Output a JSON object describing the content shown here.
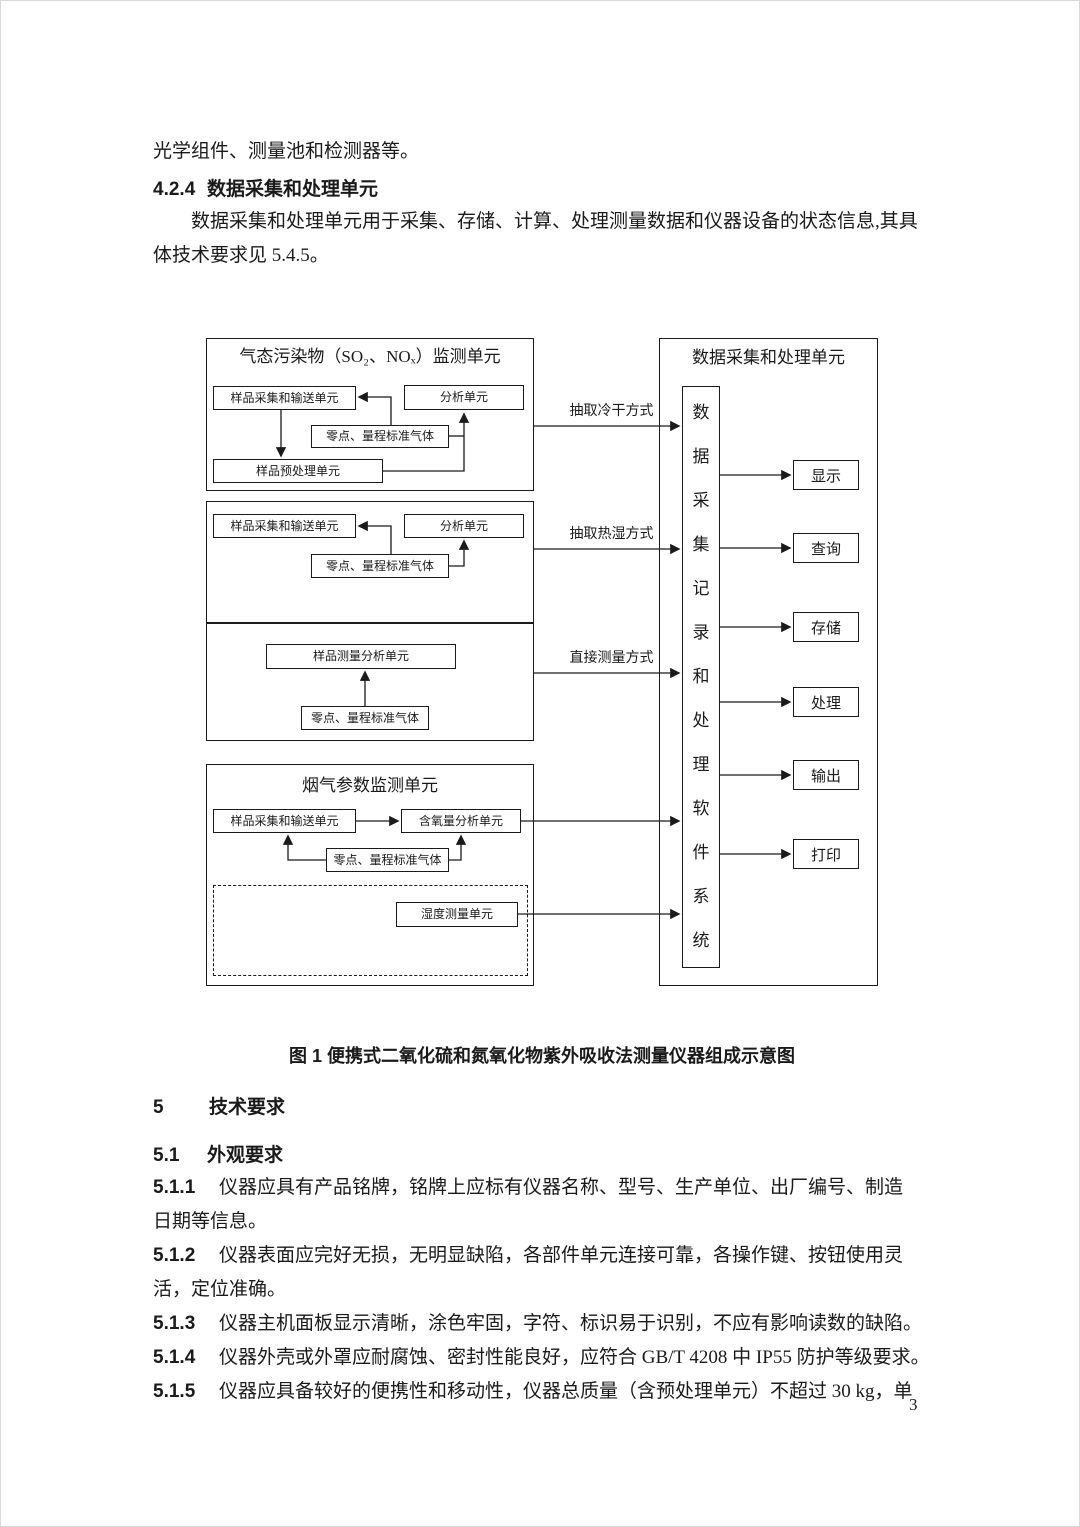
{
  "doc": {
    "leading_line": "光学组件、测量池和检测器等。",
    "h424": {
      "num": "4.2.4",
      "label": "数据采集和处理单元"
    },
    "p424": {
      "l1": "数据采集和处理单元用于采集、存储、计算、处理测量数据和仪器设备的状态信息,其具",
      "l2": "体技术要求见 5.4.5。"
    },
    "figure_caption": "图 1  便携式二氧化硫和氮氧化物紫外吸收法测量仪器组成示意图",
    "h5": {
      "num": "5",
      "label": "技术要求"
    },
    "h51": {
      "num": "5.1",
      "label": "外观要求"
    },
    "clauses": [
      {
        "num": "5.1.1",
        "l1": "仪器应具有产品铭牌，铭牌上应标有仪器名称、型号、生产单位、出厂编号、制造",
        "l2": "日期等信息。"
      },
      {
        "num": "5.1.2",
        "l1": "仪器表面应完好无损，无明显缺陷，各部件单元连接可靠，各操作键、按钮使用灵",
        "l2": "活，定位准确。"
      },
      {
        "num": "5.1.3",
        "l1": "仪器主机面板显示清晰，涂色牢固，字符、标识易于识别，不应有影响读数的缺陷。"
      },
      {
        "num": "5.1.4",
        "l1": "仪器外壳或外罩应耐腐蚀、密封性能良好，应符合 GB/T 4208 中 IP55 防护等级要求。"
      },
      {
        "num": "5.1.5",
        "l1": "仪器应具备较好的便携性和移动性，仪器总质量（含预处理单元）不超过 30 kg，单"
      }
    ],
    "page_number": "3"
  },
  "diagram": {
    "gas_unit": {
      "title": "气态污染物（SO₂、NOₓ）监测单元",
      "sample": "样品采集和输送单元",
      "analysis": "分析单元",
      "std_gas": "零点、量程标准气体",
      "pretreat": "样品预处理单元"
    },
    "wet_unit": {
      "sample": "样品采集和输送单元",
      "analysis": "分析单元",
      "std_gas": "零点、量程标准气体"
    },
    "direct_unit": {
      "measure": "样品测量分析单元",
      "std_gas": "零点、量程标准气体"
    },
    "flue_unit": {
      "title": "烟气参数监测单元",
      "sample": "样品采集和输送单元",
      "oxygen": "含氧量分析单元",
      "std_gas": "零点、量程标准气体",
      "humidity": "湿度测量单元"
    },
    "daq_unit": {
      "title": "数据采集和处理单元",
      "software": "数据采集记录和处理软件系统",
      "outputs": [
        "显示",
        "查询",
        "存储",
        "处理",
        "输出",
        "打印"
      ]
    },
    "arrow_labels": {
      "cold_dry": "抽取冷干方式",
      "hot_wet": "抽取热湿方式",
      "direct": "直接测量方式"
    }
  }
}
